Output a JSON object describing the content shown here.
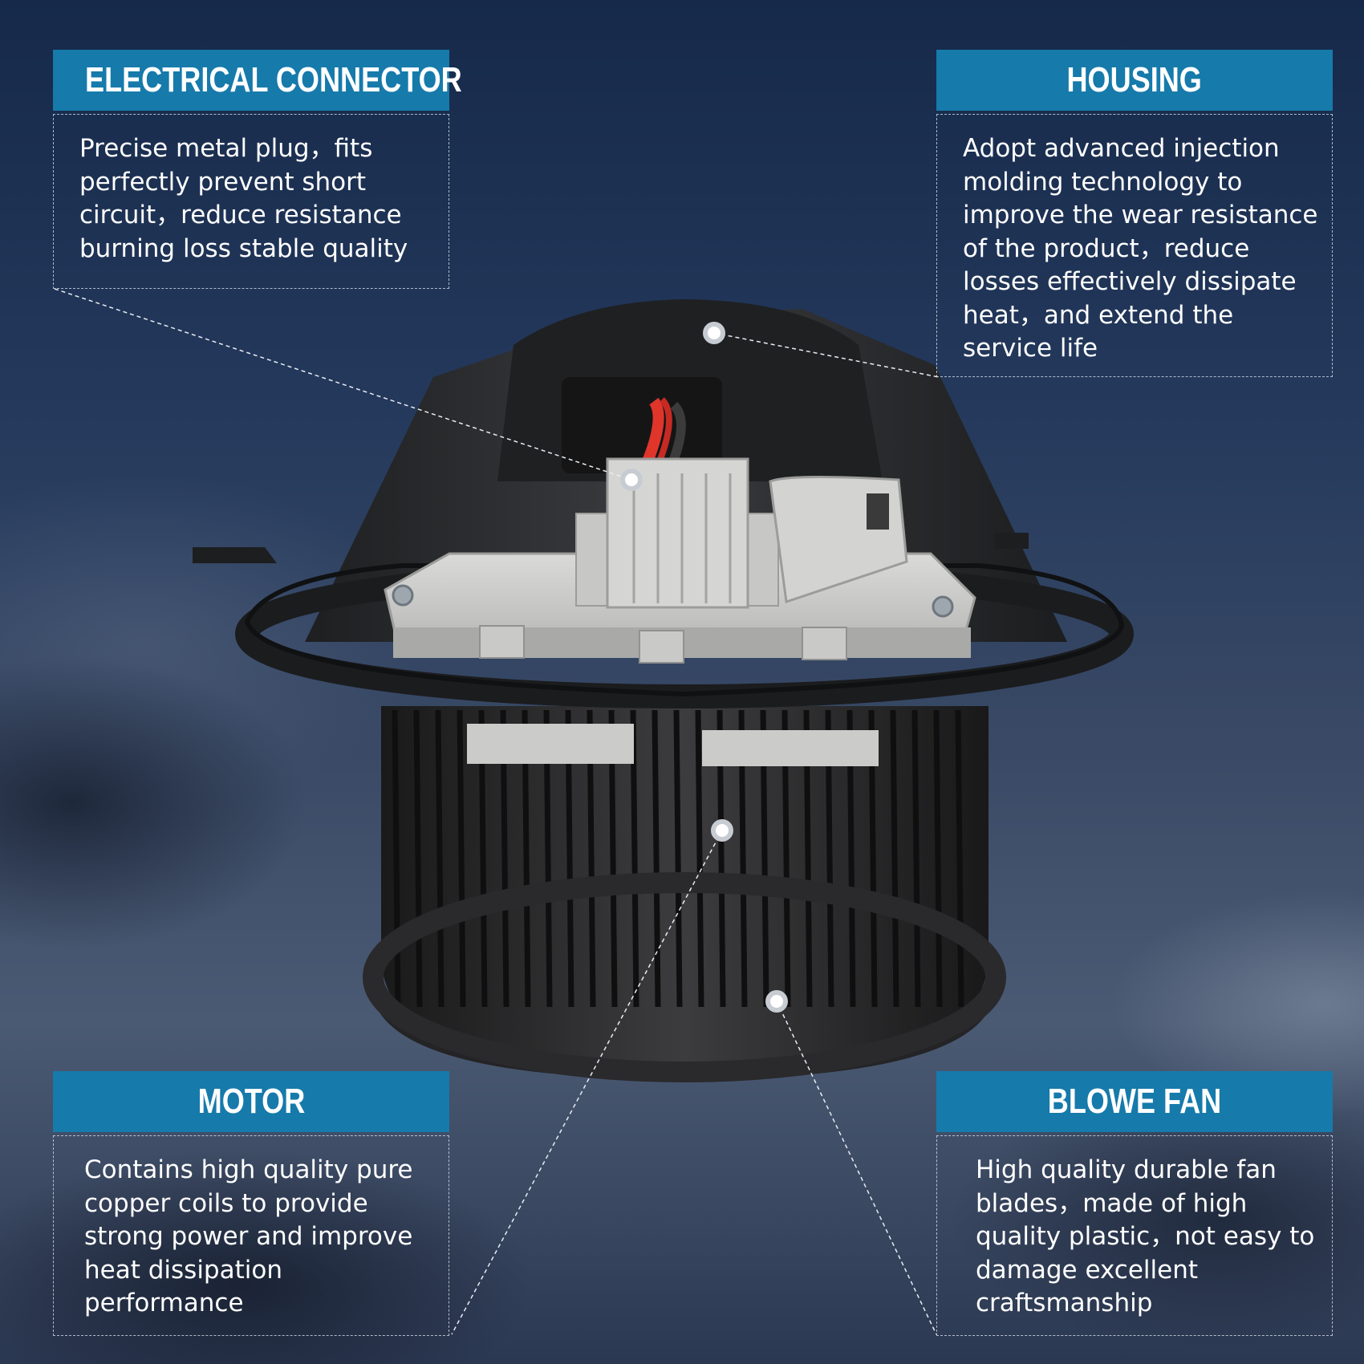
{
  "callouts": {
    "electrical": {
      "title": "ELECTRICAL CONNECTOR",
      "text": "Precise metal plug，fits perfectly prevent short circuit，reduce resistance burning loss stable quality"
    },
    "housing": {
      "title": "HOUSING",
      "text": "Adopt advanced injection molding technology to improve the wear resistance of the product，reduce losses effectively dissipate heat，and extend the service life"
    },
    "motor": {
      "title": "MOTOR",
      "text": "Contains high quality pure copper coils to provide strong power and improve heat dissipation performance"
    },
    "fan": {
      "title": "BLOWE FAN",
      "text": "High quality durable fan blades，made of high quality plastic，not easy to damage excellent craftsmanship"
    }
  },
  "colors": {
    "header_bg": "#167aab",
    "background": "#24395c",
    "housing": "#2c2d2f",
    "connector": "#cfd0ce",
    "wire_red": "#e0352b"
  }
}
